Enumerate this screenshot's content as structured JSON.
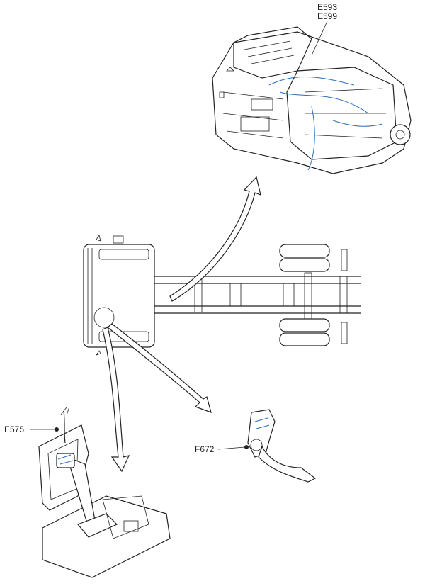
{
  "labels": {
    "gearbox_sensor_1": "E593",
    "gearbox_sensor_2": "E599",
    "clutch_pedal_sensor": "E575",
    "accelerator_pedal_sensor": "F672"
  },
  "colors": {
    "line": "#222222",
    "accent": "#2a6db5"
  }
}
